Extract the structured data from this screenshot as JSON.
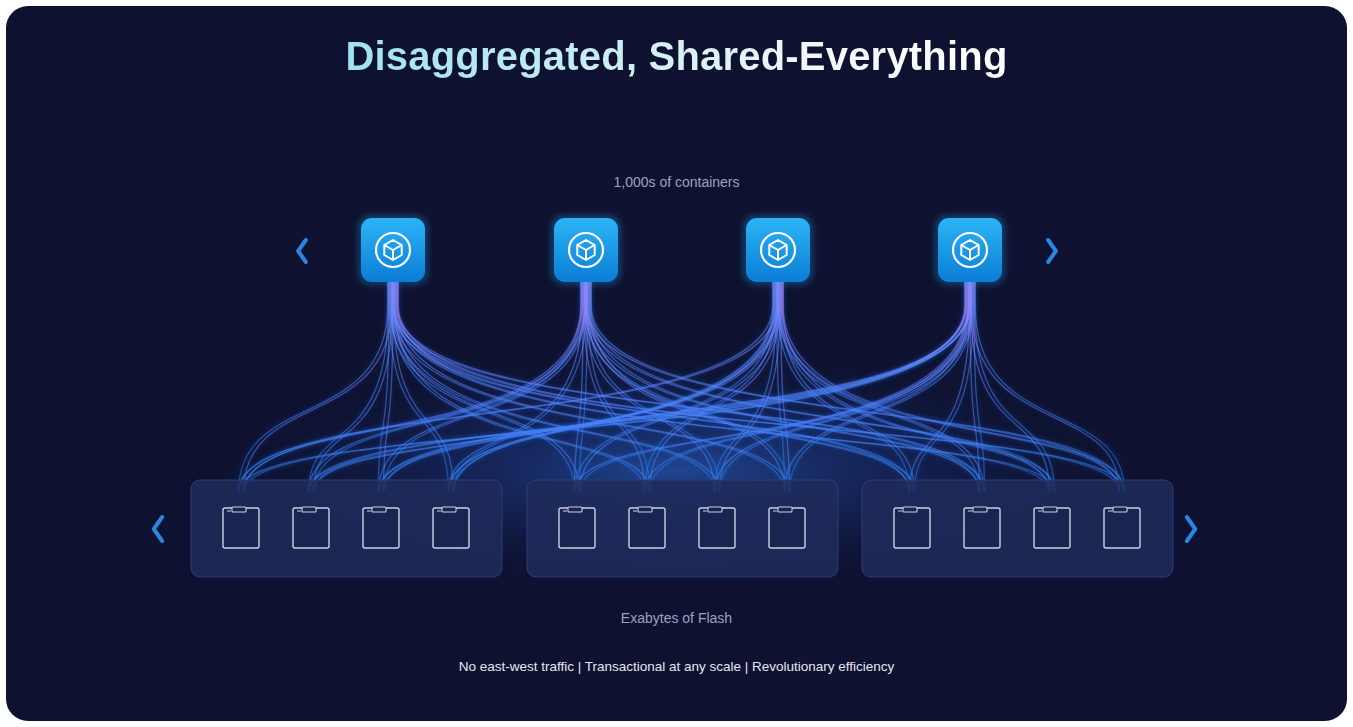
{
  "diagram": {
    "title": "Disaggregated, Shared-Everything",
    "caption": "No east-west traffic | Transactional at any scale | Revolutionary efficiency",
    "labels": [
      "1,000s of containers",
      "Exabytes of Flash"
    ]
  }
}
